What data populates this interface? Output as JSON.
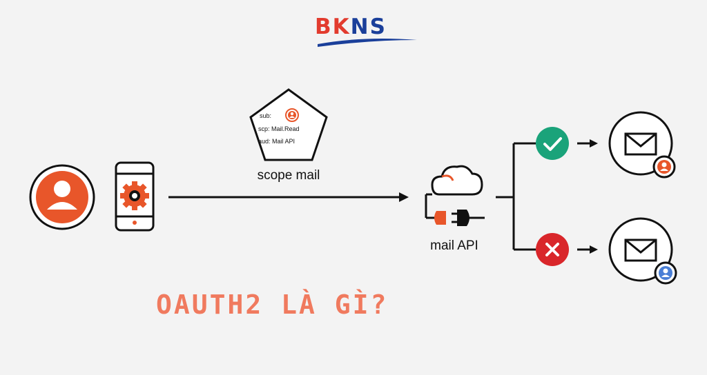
{
  "logo": {
    "text_a": "BK",
    "text_b": "NS",
    "colors": {
      "red": "#e23b2e",
      "blue": "#1a3f9a"
    }
  },
  "token": {
    "sub_label": "sub:",
    "scp_label": "scp: Mail.Read",
    "aud_label": "aud: Mail API"
  },
  "arrow_label": "scope mail",
  "api_label": "mail API",
  "title": "OAUTH2 LÀ GÌ?",
  "colors": {
    "accent": "#e8562a",
    "success": "#1aa37a",
    "error": "#d9262a",
    "user2": "#4a7fd6",
    "title": "#f07a5e"
  },
  "icons": [
    "user-icon",
    "phone-gear-icon",
    "token-pentagon-icon",
    "cloud-plug-icon",
    "check-icon",
    "cross-icon",
    "mail-icon"
  ]
}
